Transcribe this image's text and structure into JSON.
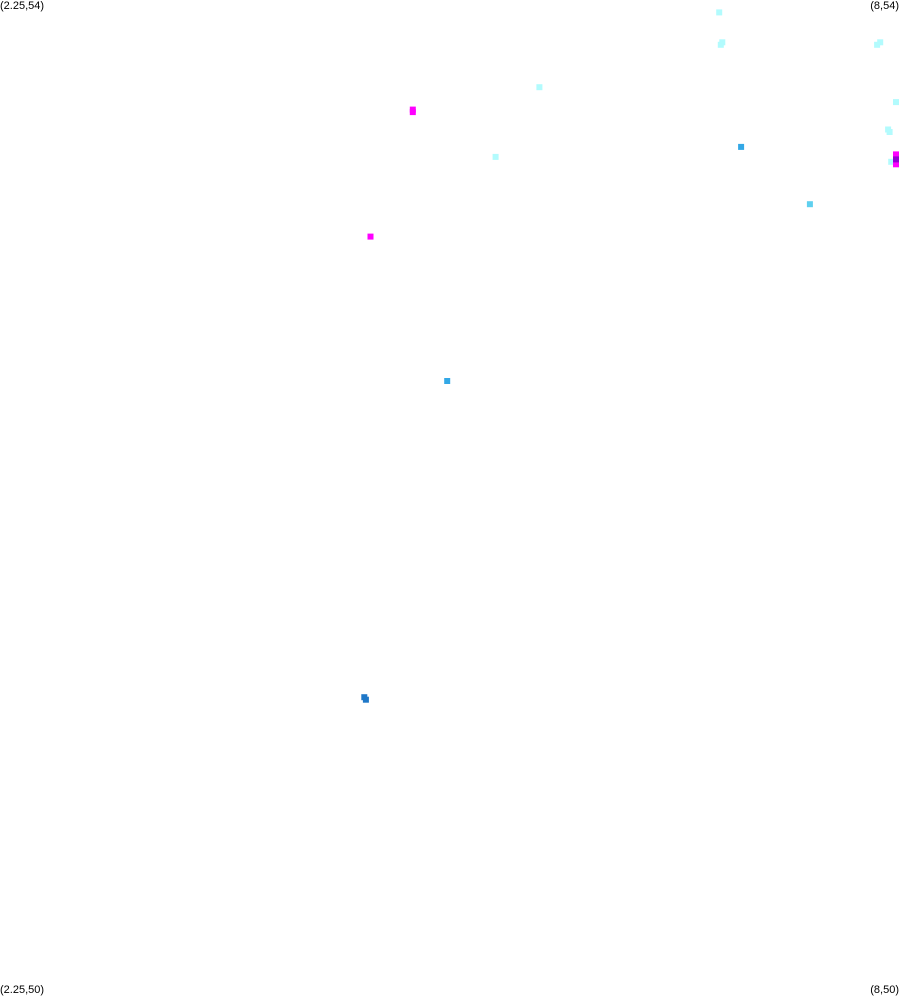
{
  "chart_data": {
    "type": "scatter",
    "xlim": [
      2.25,
      8
    ],
    "ylim": [
      50,
      54
    ],
    "grid": false,
    "legend": "none",
    "corner_labels": {
      "top_left": "(2.25,54)",
      "top_right": "(8,54)",
      "bottom_left": "(2.25,50)",
      "bottom_right": "(8,50)"
    },
    "points": [
      {
        "x": 6.85,
        "y": 53.95,
        "color": "#b2fbfd"
      },
      {
        "x": 6.87,
        "y": 53.83,
        "color": "#b2fbfd"
      },
      {
        "x": 6.86,
        "y": 53.82,
        "color": "#b2fbfd"
      },
      {
        "x": 7.88,
        "y": 53.83,
        "color": "#b2fbfd"
      },
      {
        "x": 7.86,
        "y": 53.82,
        "color": "#b2fbfd"
      },
      {
        "x": 5.7,
        "y": 53.65,
        "color": "#b2fbfd"
      },
      {
        "x": 8.08,
        "y": 53.59,
        "color": "#b2fbfd"
      },
      {
        "x": 7.93,
        "y": 53.48,
        "color": "#b2fbfd"
      },
      {
        "x": 7.94,
        "y": 53.47,
        "color": "#b2fbfd"
      },
      {
        "x": 5.42,
        "y": 53.37,
        "color": "#b2fbfd"
      },
      {
        "x": 7.95,
        "y": 53.35,
        "color": "#b2fbfd"
      },
      {
        "x": 4.89,
        "y": 53.56,
        "color": "#ff00ff"
      },
      {
        "x": 4.89,
        "y": 53.55,
        "color": "#ff00ff"
      },
      {
        "x": 8.23,
        "y": 53.38,
        "color": "#ff00ff"
      },
      {
        "x": 8.05,
        "y": 53.34,
        "color": "#ff00ff"
      },
      {
        "x": 4.62,
        "y": 53.05,
        "color": "#ff00ff"
      },
      {
        "x": 8.07,
        "y": 53.36,
        "color": "#9400d3"
      },
      {
        "x": 6.99,
        "y": 53.41,
        "color": "#33a8e6"
      },
      {
        "x": 5.11,
        "y": 52.47,
        "color": "#33a8e6"
      },
      {
        "x": 7.43,
        "y": 53.18,
        "color": "#5fd0ef"
      },
      {
        "x": 4.58,
        "y": 51.2,
        "color": "#1f78c8"
      },
      {
        "x": 4.59,
        "y": 51.19,
        "color": "#1f78c8"
      }
    ]
  }
}
